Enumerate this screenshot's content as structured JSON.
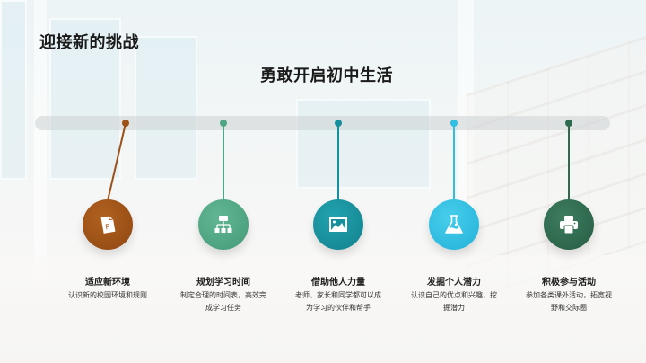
{
  "slide": {
    "title": "迎接新的挑战",
    "subtitle": "勇敢开启初中生活"
  },
  "timeline": {
    "steps": [
      {
        "label": "适应新环境",
        "description": "认识新的校园环境和规则",
        "icon": "powerpoint-file-icon",
        "color": "#9c5018"
      },
      {
        "label": "规划学习时间",
        "description": "制定合理的时间表，高效完成学习任务",
        "icon": "hierarchy-chart-icon",
        "color": "#4fa583"
      },
      {
        "label": "借助他人力量",
        "description": "老师、家长和同学都可以成为学习的伙伴和帮手",
        "icon": "image-icon",
        "color": "#188f9c"
      },
      {
        "label": "发掘个人潜力",
        "description": "认识自己的优点和兴趣，挖掘潜力",
        "icon": "flask-icon",
        "color": "#2fbfe2"
      },
      {
        "label": "积极参与活动",
        "description": "参加各类课外活动，拓宽视野和交际圈",
        "icon": "printer-icon",
        "color": "#2e6a4e"
      }
    ]
  }
}
